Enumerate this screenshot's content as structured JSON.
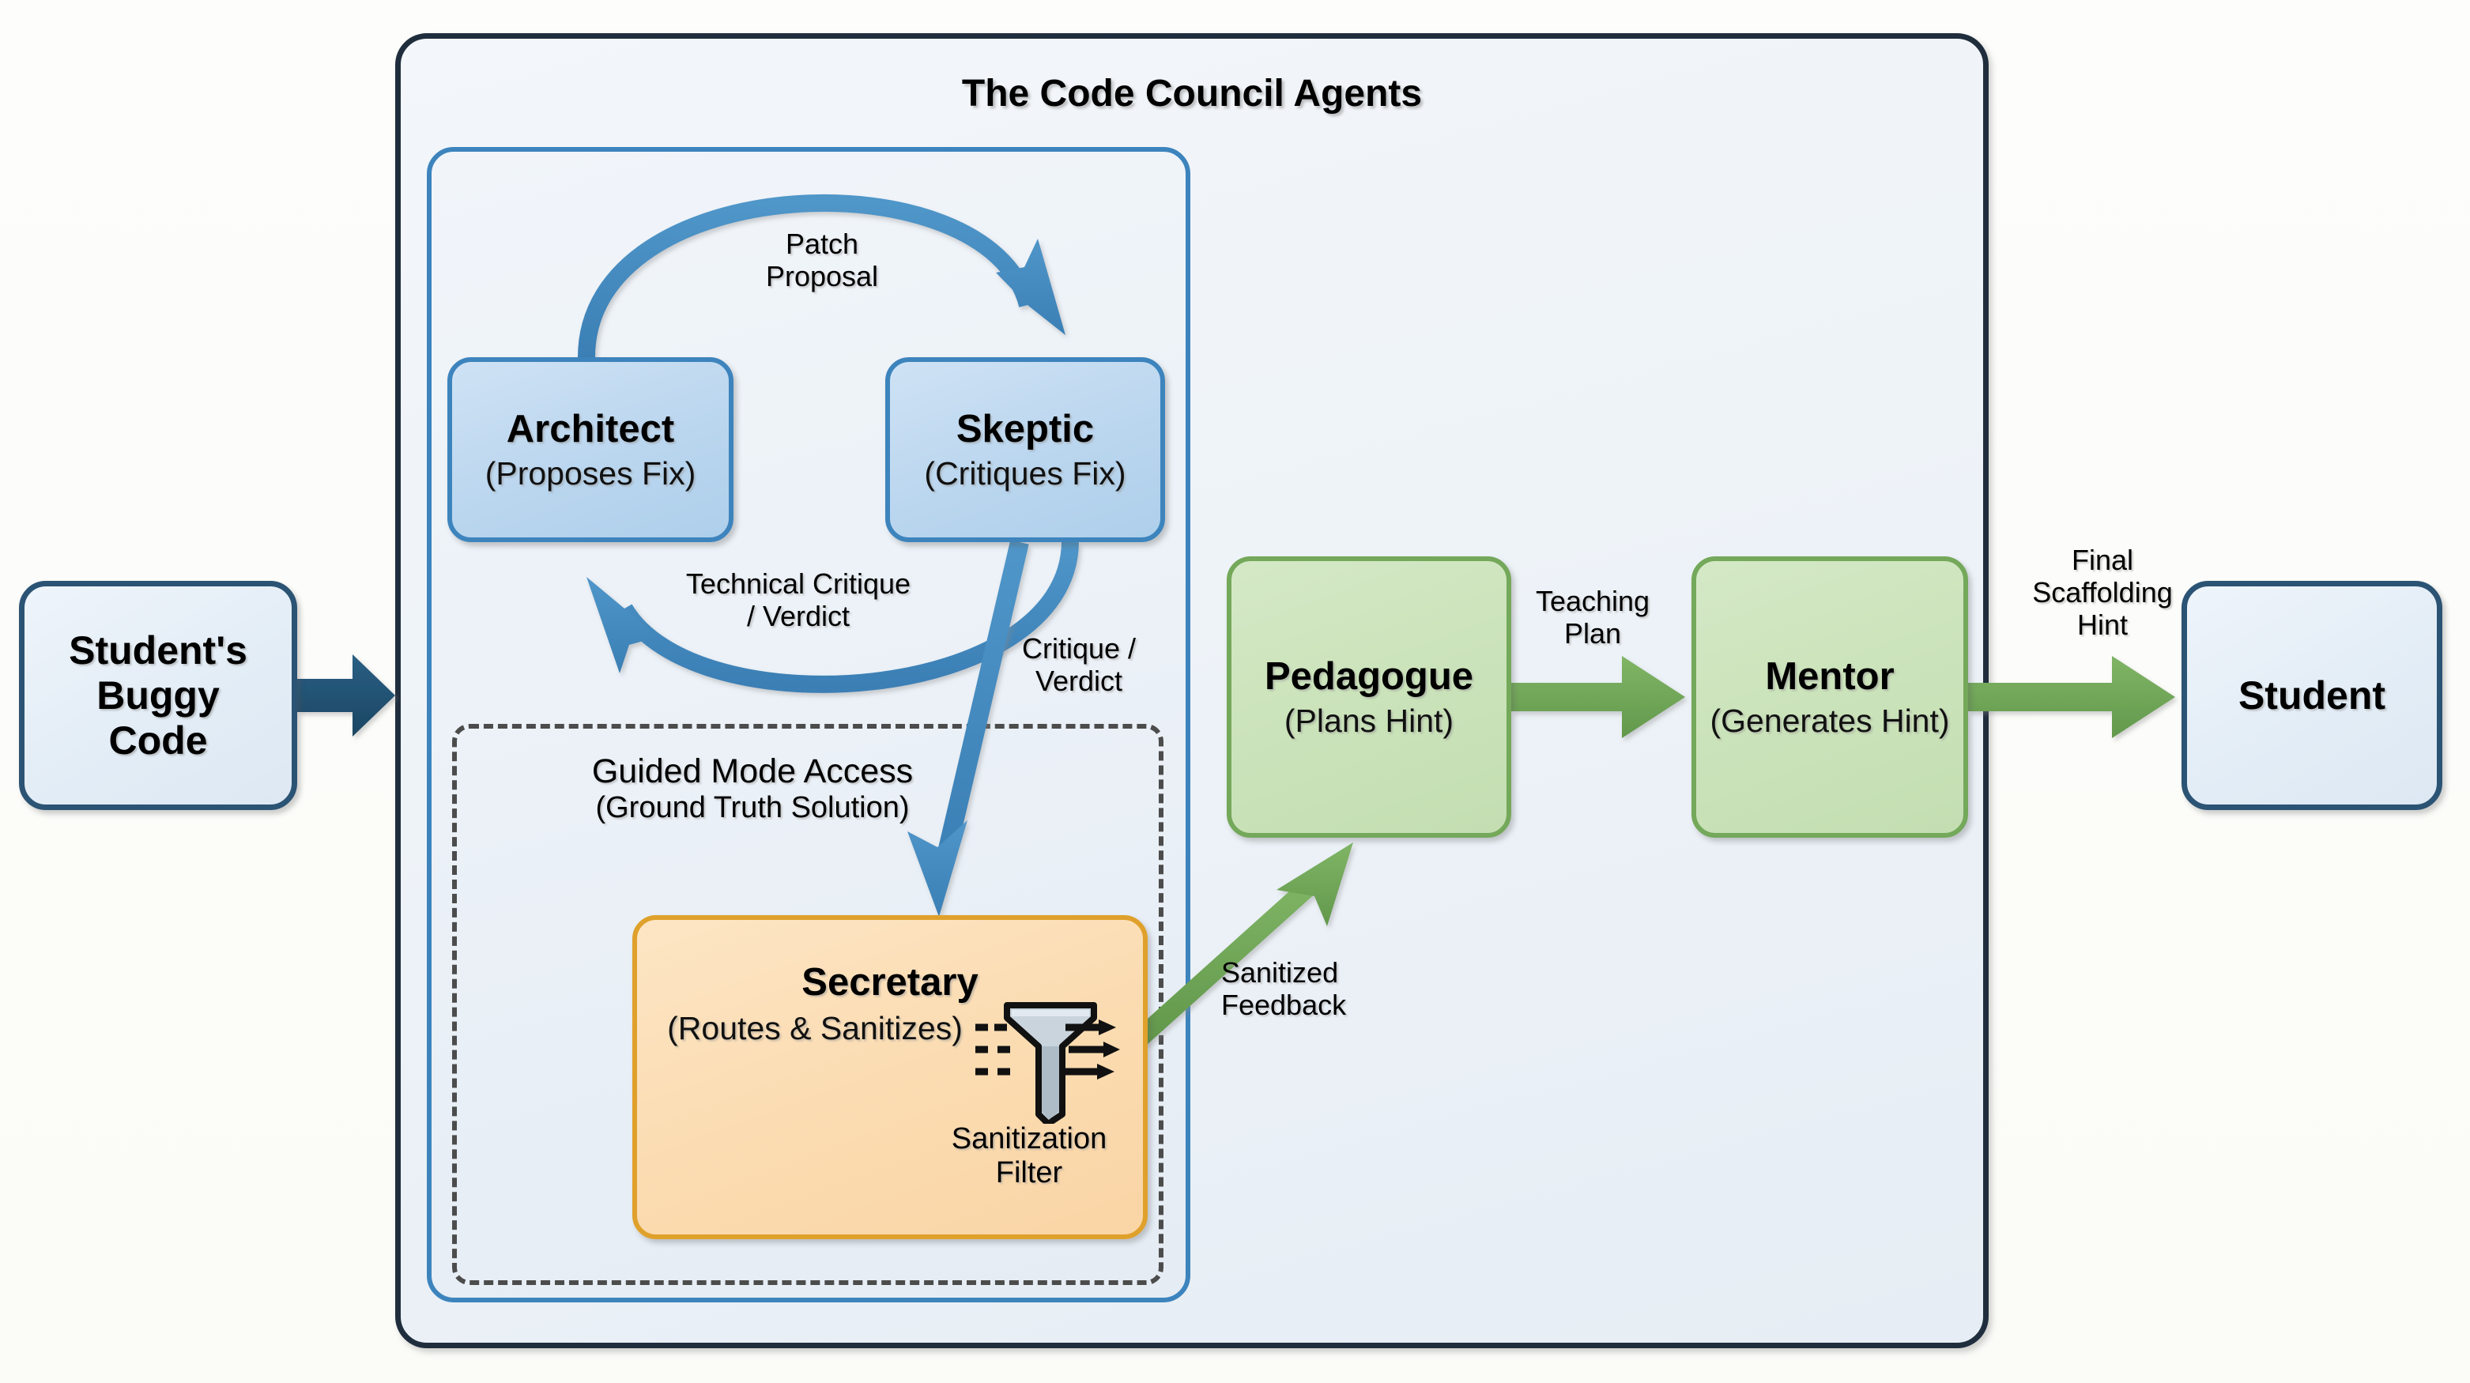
{
  "diagram": {
    "title": "The Code Council Agents",
    "guided_box": {
      "title": "Guided Mode Access",
      "subtitle": "(Ground Truth Solution)"
    },
    "nodes": {
      "buggy_code": {
        "title": "Student's\nBuggy\nCode"
      },
      "architect": {
        "title": "Architect",
        "subtitle": "(Proposes Fix)"
      },
      "skeptic": {
        "title": "Skeptic",
        "subtitle": "(Critiques Fix)"
      },
      "secretary": {
        "title": "Secretary",
        "subtitle": "(Routes & Sanitizes)",
        "icon_caption": "Sanitization\nFilter"
      },
      "pedagogue": {
        "title": "Pedagogue",
        "subtitle": "(Plans Hint)"
      },
      "mentor": {
        "title": "Mentor",
        "subtitle": "(Generates Hint)"
      },
      "student": {
        "title": "Student"
      }
    },
    "edges": {
      "buggy_to_council": {
        "label": ""
      },
      "architect_to_skeptic": {
        "label": "Patch\nProposal"
      },
      "skeptic_to_architect": {
        "label": "Technical Critique\n/ Verdict"
      },
      "skeptic_to_secretary": {
        "label": "Critique /\nVerdict"
      },
      "secretary_to_pedagogue": {
        "label": "Sanitized\nFeedback"
      },
      "pedagogue_to_mentor": {
        "label": "Teaching\nPlan"
      },
      "mentor_to_student": {
        "label": "Final\nScaffolding\nHint"
      }
    },
    "colors": {
      "navy_border": "#2b5374",
      "blue_border": "#3d84bd",
      "blue_arrow": "#3d84bd",
      "navy_arrow": "#1f5174",
      "orange_border": "#dfa12b",
      "orange_fill": "#fbdcb2",
      "green_border": "#74a85a",
      "green_arrow": "#6fa855",
      "dashed_border": "#4c4c4c",
      "outer_border": "#1f2d3d"
    }
  }
}
